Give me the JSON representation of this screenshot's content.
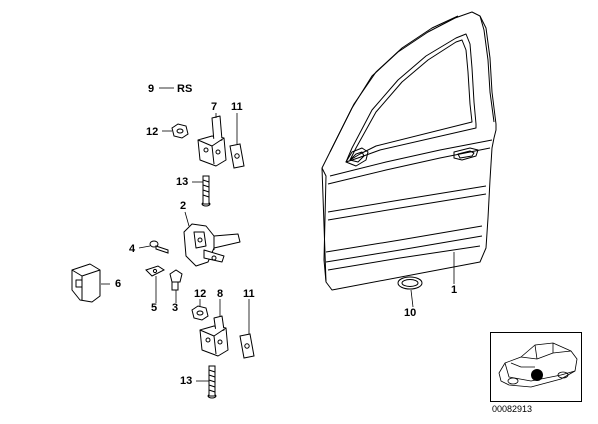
{
  "callouts": {
    "c1": "1",
    "c2": "2",
    "c3": "3",
    "c4": "4",
    "c5": "5",
    "c6": "6",
    "c7": "7",
    "c8": "8",
    "c9_number": "9",
    "c9_suffix": "RS",
    "c10": "10",
    "c11_upper": "11",
    "c11_lower": "11",
    "c12_upper": "12",
    "c12_lower": "12",
    "c13_upper": "13",
    "c13_lower": "13"
  },
  "diagram_number": "00082913",
  "colors": {
    "line": "#000000",
    "background": "#ffffff",
    "thumb_marker": "#000000"
  },
  "icons": {
    "thumbnail": "car-location-thumbnail-icon"
  }
}
